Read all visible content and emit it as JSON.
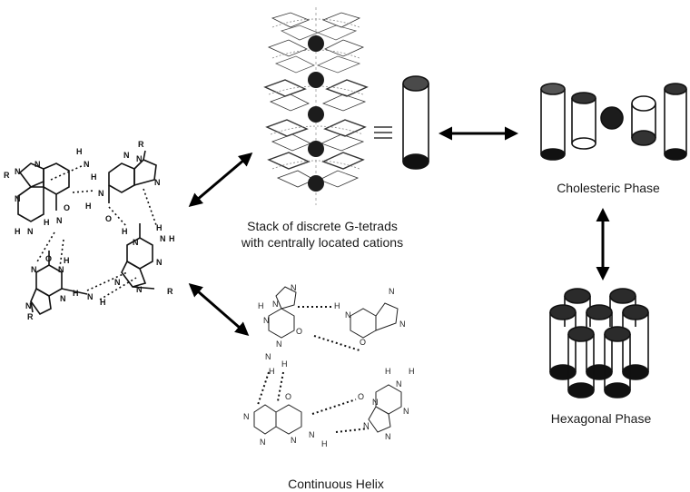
{
  "labels": {
    "stack_line1": "Stack of discrete G-tetrads",
    "stack_line2": "with centrally located cations",
    "equivalent": "≡",
    "cholesteric": "Cholesteric Phase",
    "hexagonal": "Hexagonal Phase",
    "continuous": "Continuous Helix"
  },
  "atoms": {
    "N": "N",
    "H": "H",
    "O": "O",
    "R": "R"
  },
  "colors": {
    "ink": "#111111",
    "cap_dark": "#2b2b2b",
    "cap_gray": "#555555",
    "cation": "#1c1c1c"
  }
}
